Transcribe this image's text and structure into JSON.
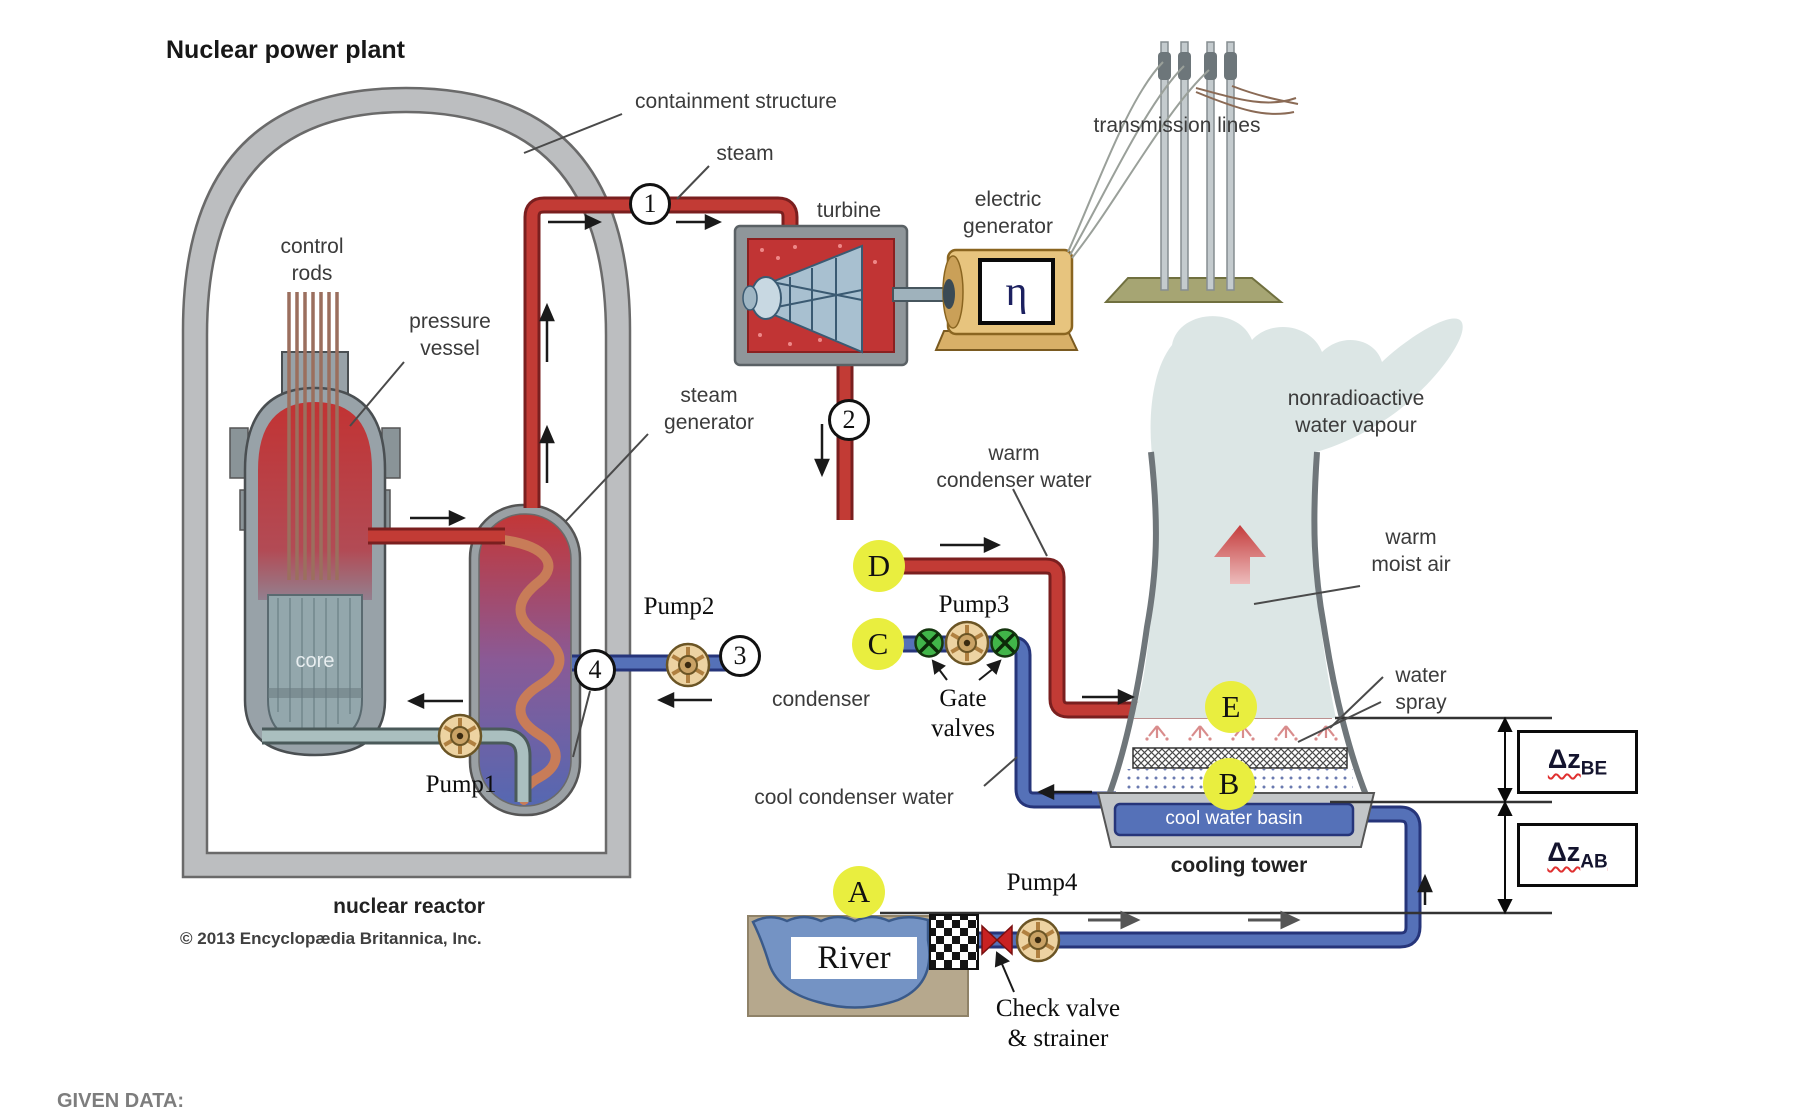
{
  "title": "Nuclear power plant",
  "heading_given_data": "GIVEN DATA:",
  "credit": "© 2013 Encyclopædia Britannica, Inc.",
  "labels": {
    "containment_structure": "containment structure",
    "steam": "steam",
    "turbine": "turbine",
    "electric_generator_1": "electric",
    "electric_generator_2": "generator",
    "transmission_lines": "transmission lines",
    "control_rods_1": "control",
    "control_rods_2": "rods",
    "pressure_vessel_1": "pressure",
    "pressure_vessel_2": "vessel",
    "steam_generator_1": "steam",
    "steam_generator_2": "generator",
    "core": "core",
    "warm_condenser_water_1": "warm",
    "warm_condenser_water_2": "condenser water",
    "nonradioactive_1": "nonradioactive",
    "nonradioactive_2": "water vapour",
    "warm_moist_air_1": "warm",
    "warm_moist_air_2": "moist air",
    "water_spray_1": "water",
    "water_spray_2": "spray",
    "condenser": "condenser",
    "cool_condenser_water": "cool condenser water",
    "cool_water_basin": "cool water basin",
    "cooling_tower": "cooling tower",
    "nuclear_reactor": "nuclear reactor",
    "river": "River",
    "gate_valves_1": "Gate",
    "gate_valves_2": "valves",
    "check_valve_1": "Check valve",
    "check_valve_2": "& strainer",
    "pump1": "Pump1",
    "pump2": "Pump2",
    "pump3": "Pump3",
    "pump4": "Pump4"
  },
  "state_points": {
    "p1": "1",
    "p2": "2",
    "p3": "3",
    "p4": "4"
  },
  "stations": {
    "a": "A",
    "b": "B",
    "c": "C",
    "d": "D",
    "e": "E"
  },
  "symbols": {
    "eta": "η",
    "delta_z": "Δz",
    "sub_be": "BE",
    "sub_ab": "AB"
  },
  "colors": {
    "hot_pipe": "#c23b35",
    "cold_pipe": "#5571b8",
    "primary_pipe": "#aabfbf",
    "highlight_yellow": "#e9ee3f",
    "valve_green": "#41b549",
    "vapor": "#dce6e5",
    "containment_grey": "#bcbec0",
    "turbine_red": "#c13434",
    "generator_tan": "#e7c47e",
    "river_blue": "#7493c4",
    "basin_blue": "#5571b8",
    "label_grey": "#3b3b3b"
  }
}
